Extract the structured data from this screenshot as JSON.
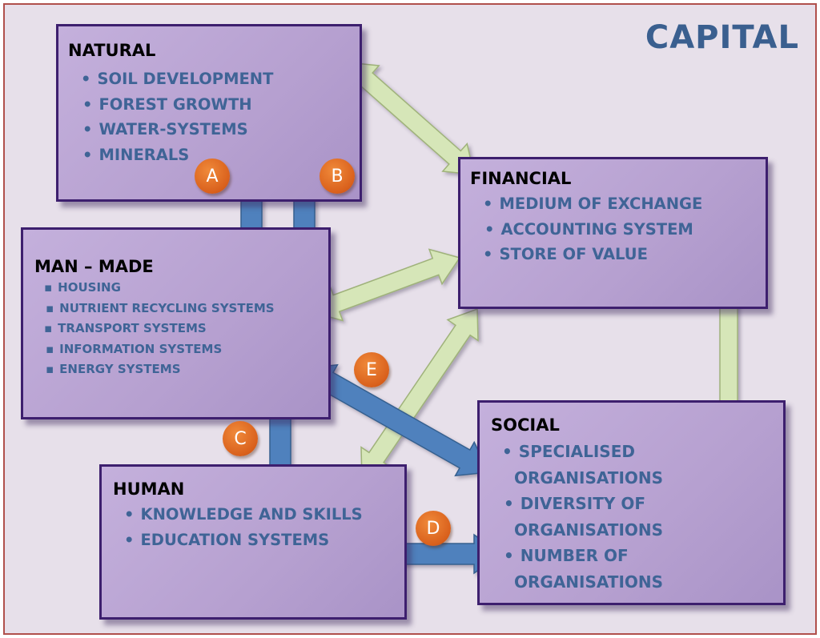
{
  "title": "CAPITAL",
  "boxes": {
    "natural": {
      "title": "NATURAL",
      "items": [
        "SOIL DEVELOPMENT",
        "FOREST GROWTH",
        "WATER-SYSTEMS",
        "MINERALS"
      ]
    },
    "financial": {
      "title": "FINANCIAL",
      "items": [
        "MEDIUM OF EXCHANGE",
        "ACCOUNTING SYSTEM",
        "STORE OF VALUE"
      ]
    },
    "manmade": {
      "title": "MAN – MADE",
      "items": [
        "HOUSING",
        "NUTRIENT RECYCLING SYSTEMS",
        "TRANSPORT SYSTEMS",
        "INFORMATION SYSTEMS",
        "ENERGY SYSTEMS"
      ]
    },
    "social": {
      "title": "SOCIAL",
      "items": [
        "SPECIALISED",
        "ORGANISATIONS",
        "DIVERSITY OF",
        "ORGANISATIONS",
        "NUMBER OF",
        "ORGANISATIONS"
      ]
    },
    "human": {
      "title": "HUMAN",
      "items": [
        "KNOWLEDGE AND SKILLS",
        "EDUCATION SYSTEMS"
      ]
    }
  },
  "badges": [
    "A",
    "B",
    "C",
    "D",
    "E"
  ],
  "colors": {
    "blue_arrow": "#4f81bd",
    "green_arrow": "#d6e6b8",
    "badge": "#d9601c",
    "title": "#3a5f8f",
    "item_text": "#3f6496"
  }
}
